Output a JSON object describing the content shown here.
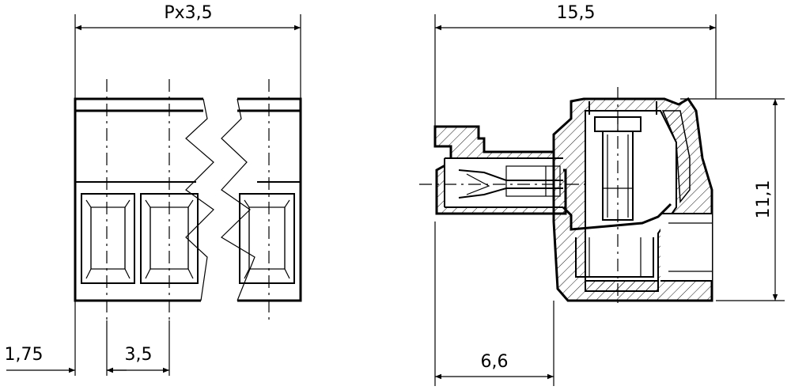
{
  "front_view": {
    "pitch_total_label": "Px3,5",
    "edge_offset_label": "1,75",
    "pitch_label": "3,5"
  },
  "side_view": {
    "length_label": "15,5",
    "height_label": "11,1",
    "depth_label": "6,6"
  }
}
